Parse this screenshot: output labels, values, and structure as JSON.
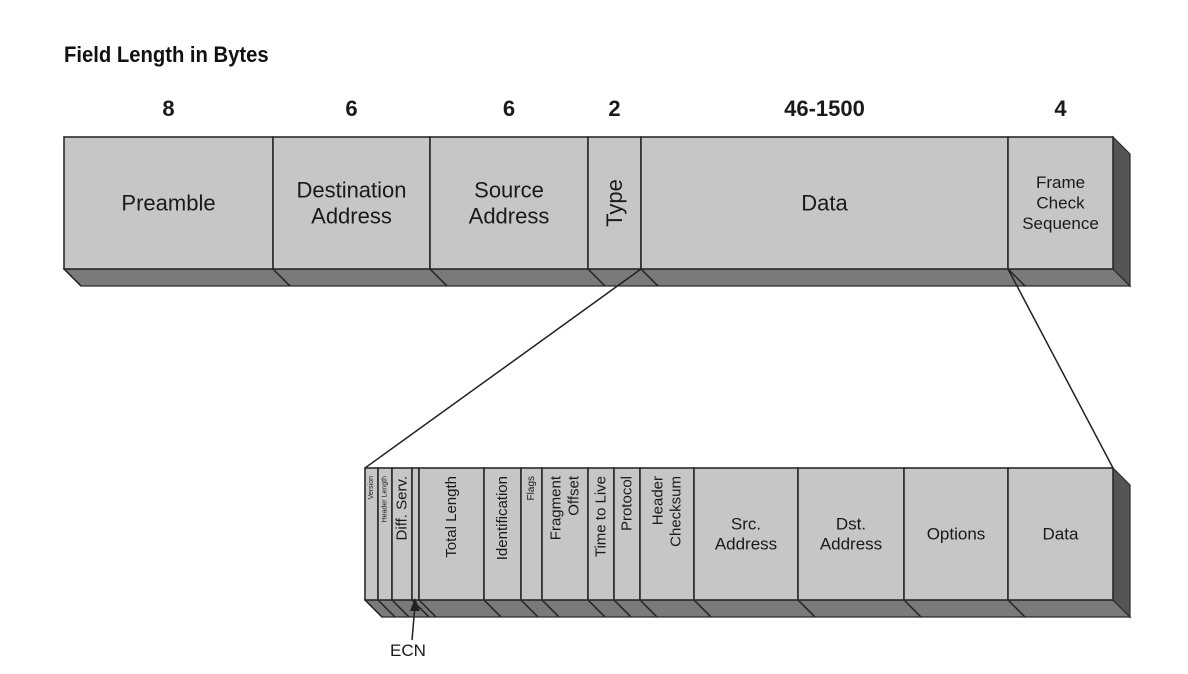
{
  "title": "Field Length in Bytes",
  "frame": {
    "fields": [
      {
        "name": "Preamble",
        "lines": [
          "Preamble"
        ],
        "length": "8"
      },
      {
        "name": "Destination Address",
        "lines": [
          "Destination",
          "Address"
        ],
        "length": "6"
      },
      {
        "name": "Source Address",
        "lines": [
          "Source",
          "Address"
        ],
        "length": "6"
      },
      {
        "name": "Type",
        "lines": [
          "Type"
        ],
        "length": "2",
        "vertical": true
      },
      {
        "name": "Data",
        "lines": [
          "Data"
        ],
        "length": "46-1500"
      },
      {
        "name": "Frame Check Sequence",
        "lines": [
          "Frame",
          "Check",
          "Sequence"
        ],
        "length": "4"
      }
    ]
  },
  "ip_header": {
    "fields": [
      {
        "name": "Version",
        "lines": [
          "Version"
        ],
        "vertical": true
      },
      {
        "name": "Header Length",
        "lines": [
          "Header Length"
        ],
        "vertical": true
      },
      {
        "name": "Diff. Serv.",
        "lines": [
          "Diff. Serv."
        ],
        "vertical": true
      },
      {
        "name": "ECN",
        "lines": [],
        "vertical": true
      },
      {
        "name": "Total Length",
        "lines": [
          "Total Length"
        ],
        "vertical": true
      },
      {
        "name": "Identification",
        "lines": [
          "Identification"
        ],
        "vertical": true
      },
      {
        "name": "Flags",
        "lines": [
          "Flags"
        ],
        "vertical": true
      },
      {
        "name": "Fragment Offset",
        "lines": [
          "Fragment",
          "Offset"
        ],
        "vertical": true
      },
      {
        "name": "Time to Live",
        "lines": [
          "Time to Live"
        ],
        "vertical": true
      },
      {
        "name": "Protocol",
        "lines": [
          "Protocol"
        ],
        "vertical": true
      },
      {
        "name": "Header Checksum",
        "lines": [
          "Header",
          "Checksum"
        ],
        "vertical": true
      },
      {
        "name": "Src. Address",
        "lines": [
          "Src.",
          "Address"
        ]
      },
      {
        "name": "Dst. Address",
        "lines": [
          "Dst.",
          "Address"
        ]
      },
      {
        "name": "Options",
        "lines": [
          "Options"
        ]
      },
      {
        "name": "Data",
        "lines": [
          "Data"
        ]
      }
    ],
    "callout": "ECN"
  },
  "colors": {
    "face": "#c6c6c6",
    "bottom": "#7a7a7a",
    "side": "#555555",
    "stroke": "#2a2a2a"
  }
}
